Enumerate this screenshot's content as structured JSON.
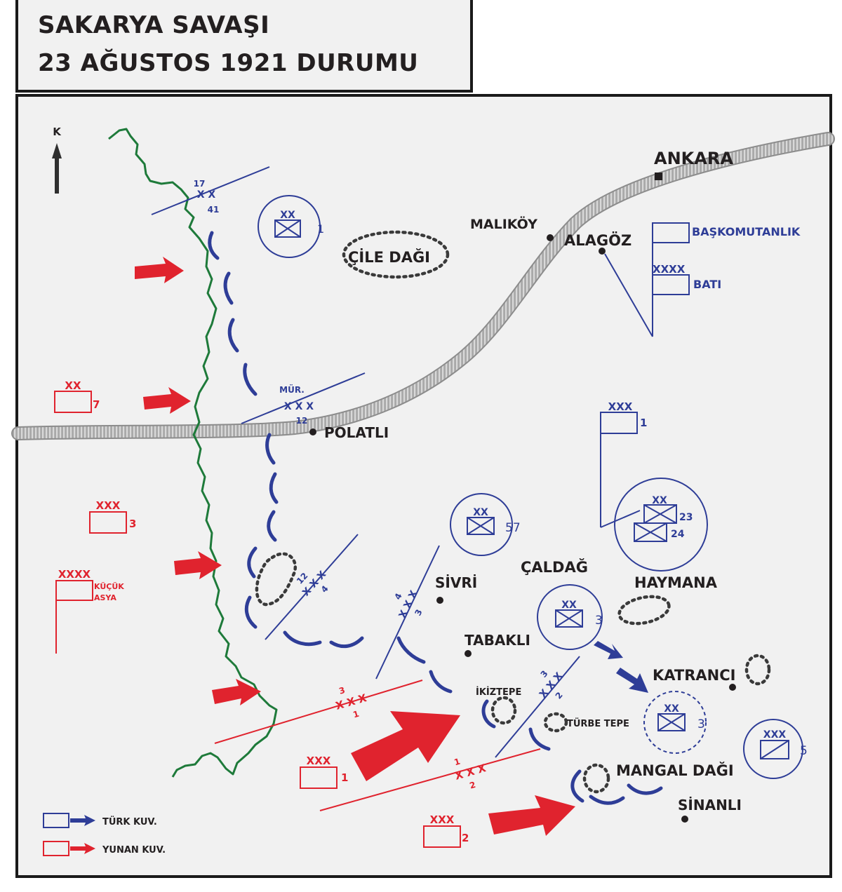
{
  "title": {
    "line1": "SAKARYA SAVAŞI",
    "line2": "23 AĞUSTOS 1921 DURUMU"
  },
  "colors": {
    "turkish": "#2e3d97",
    "greek": "#e0232e",
    "river": "#1e7a3a",
    "railway": "#a9a9a9",
    "text": "#231f20",
    "background": "#f1f1f1"
  },
  "compass": {
    "label": "K"
  },
  "places": {
    "ankara": "ANKARA",
    "malikoy": "MALIKÖY",
    "alagoz": "ALAGÖZ",
    "polatli": "POLATLI",
    "sivri": "SİVRİ",
    "tabakli": "TABAKLI",
    "caldag": "ÇALDAĞ",
    "haymana": "HAYMANA",
    "katranci": "KATRANCI",
    "sinanli": "SİNANLI"
  },
  "terrain": {
    "cile_dagi": "ÇİLE DAĞI",
    "ikiztepe": "İKİZTEPE",
    "turbe_tepe": "TÜRBE TEPE",
    "mangal_dagi": "MANGAL DAĞI"
  },
  "turkish_hq": {
    "baskomutanlik": "BAŞKOMUTANLIK",
    "bati_echelon": "XXXX",
    "bati": "BATI"
  },
  "turkish_units": {
    "div1": {
      "echelon": "XX",
      "number": "1"
    },
    "corps1": {
      "echelon": "XXX",
      "number": "1"
    },
    "div57": {
      "echelon": "XX",
      "number": "57"
    },
    "div23_24": {
      "echelon": "XX",
      "number_a": "23",
      "number_b": "24"
    },
    "div3_caldag": {
      "echelon": "XX",
      "number": "3"
    },
    "div3_katranci": {
      "echelon": "XX",
      "number": "3"
    },
    "corps5": {
      "echelon": "XXX",
      "number": "5"
    }
  },
  "turkish_boundaries": {
    "b17_41": {
      "top": "17",
      "echelon": "X X",
      "bottom": "41"
    },
    "mur12": {
      "top": "MÜR.",
      "echelon": "X X X",
      "bottom": "12"
    },
    "b12_4": {
      "top": "12",
      "echelon": "X X X",
      "bottom": "4"
    },
    "b4_3": {
      "top": "4",
      "echelon": "X X X",
      "bottom": "3"
    },
    "b3_2": {
      "top": "3",
      "echelon": "X X X",
      "bottom": "2"
    }
  },
  "greek_units": {
    "div7": {
      "echelon": "XX",
      "number": "7"
    },
    "corps3": {
      "echelon": "XXX",
      "number": "3"
    },
    "army": {
      "echelon": "XXXX",
      "name_line1": "KÜÇÜK",
      "name_line2": "ASYA"
    },
    "corps1": {
      "echelon": "XXX",
      "number": "1"
    },
    "corps2": {
      "echelon": "XXX",
      "number": "2"
    }
  },
  "greek_boundaries": {
    "b3_1": {
      "top": "3",
      "echelon": "X X X",
      "bottom": "1"
    },
    "b1_2": {
      "top": "1",
      "echelon": "X X X",
      "bottom": "2"
    }
  },
  "legend": {
    "turkish_label": "TÜRK KUV.",
    "greek_label": "YUNAN KUV."
  }
}
